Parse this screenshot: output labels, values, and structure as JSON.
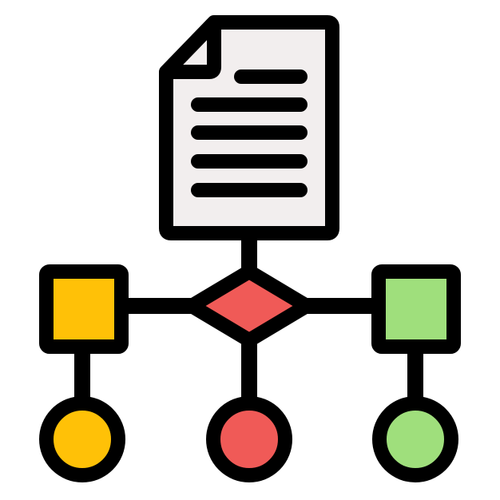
{
  "diagram": {
    "type": "document-flow-icon",
    "colors": {
      "stroke": "#000000",
      "background": "#ffffff",
      "paper": "#f2eeee",
      "yellow": "#ffc107",
      "red": "#f05a57",
      "green": "#9fdf7c"
    },
    "nodes": [
      {
        "id": "document",
        "shape": "document",
        "fill": "paper",
        "lines": 5
      },
      {
        "id": "decision",
        "shape": "diamond",
        "fill": "red"
      },
      {
        "id": "left-square",
        "shape": "square",
        "fill": "yellow"
      },
      {
        "id": "right-square",
        "shape": "square",
        "fill": "green"
      },
      {
        "id": "left-circle",
        "shape": "circle",
        "fill": "yellow"
      },
      {
        "id": "middle-circle",
        "shape": "circle",
        "fill": "red"
      },
      {
        "id": "right-circle",
        "shape": "circle",
        "fill": "green"
      }
    ],
    "edges": [
      [
        "document",
        "decision"
      ],
      [
        "left-square",
        "decision"
      ],
      [
        "decision",
        "right-square"
      ],
      [
        "left-square",
        "left-circle"
      ],
      [
        "decision",
        "middle-circle"
      ],
      [
        "right-square",
        "right-circle"
      ]
    ]
  }
}
